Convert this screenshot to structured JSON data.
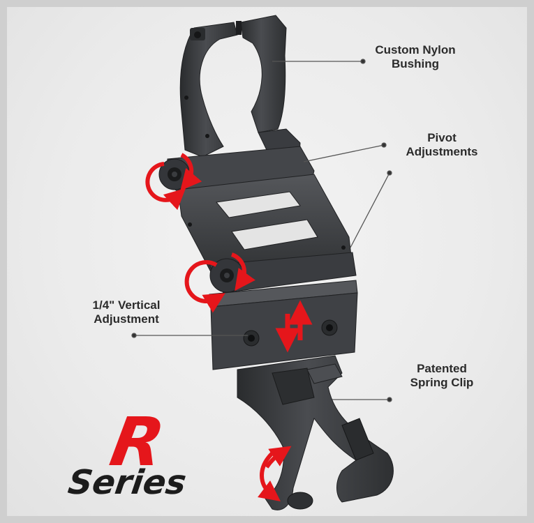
{
  "callouts": {
    "bushing_line1": "Custom Nylon",
    "bushing_line2": "Bushing",
    "pivot_line1": "Pivot",
    "pivot_line2": "Adjustments",
    "vertical_line1": "1/4\" Vertical",
    "vertical_line2": "Adjustment",
    "clip_line1": "Patented",
    "clip_line2": "Spring Clip"
  },
  "logo": {
    "letter": "R",
    "word": "Series"
  },
  "colors": {
    "part": "#3e4043",
    "part_dark": "#26282a",
    "part_light": "#5a5c60",
    "arrow": "#e5161b",
    "leader": "#555555"
  }
}
